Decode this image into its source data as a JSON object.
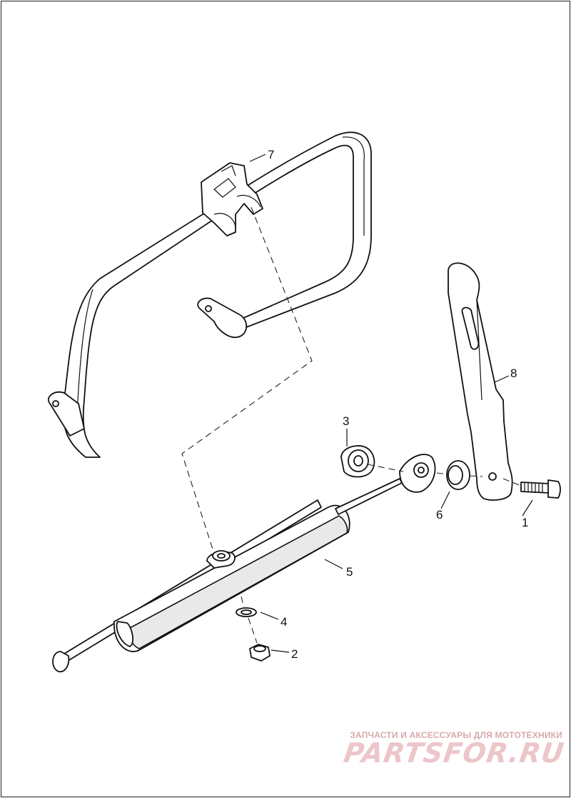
{
  "callouts": [
    {
      "id": "1",
      "label": "1"
    },
    {
      "id": "2",
      "label": "2"
    },
    {
      "id": "3",
      "label": "3"
    },
    {
      "id": "4",
      "label": "4"
    },
    {
      "id": "5",
      "label": "5"
    },
    {
      "id": "6",
      "label": "6"
    },
    {
      "id": "7",
      "label": "7"
    },
    {
      "id": "8",
      "label": "8"
    }
  ],
  "watermark": {
    "tagline": "ЗАПЧАСТИ И АКСЕССУАРЫ ДЛЯ МОТОТЕХНИКИ",
    "logo": "PARTSFOR.RU"
  },
  "colors": {
    "line": "#111111",
    "watermark": "#d7a9ad",
    "watermark_logo": "#ecc6c9"
  }
}
